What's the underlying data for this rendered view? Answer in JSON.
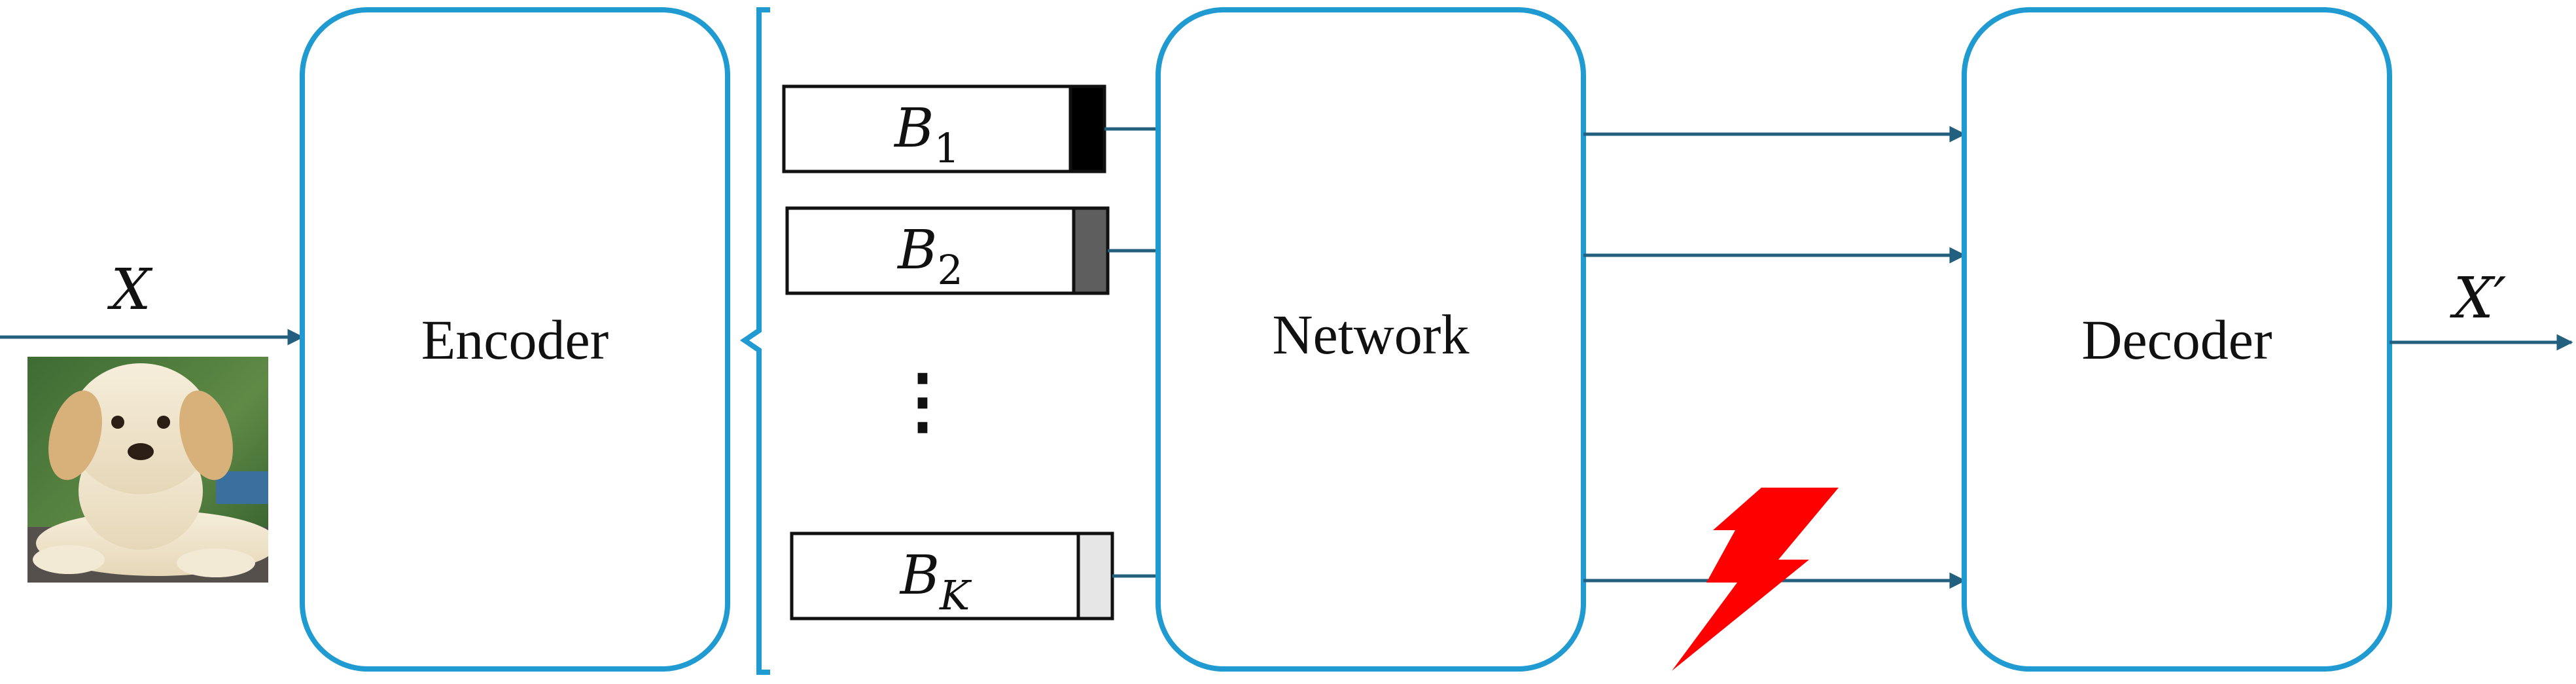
{
  "blocks": {
    "encoder": "Encoder",
    "network": "Network",
    "decoder": "Decoder"
  },
  "signals": {
    "input": "X",
    "output": "X′"
  },
  "packets": [
    {
      "letter": "B",
      "sub": "1",
      "tail_color": "#000000"
    },
    {
      "letter": "B",
      "sub": "2",
      "tail_color": "#5e5e5e"
    },
    {
      "letter": "B",
      "sub": "K",
      "tail_color": "#e6e6e6"
    }
  ],
  "ellipsis": "⋮",
  "colors": {
    "box_stroke": "#1f9bd1",
    "arrow": "#23607f",
    "loss": "#ff0000"
  },
  "icons": {
    "input_image": "puppy-photo",
    "loss_marker": "lightning-bolt-icon"
  }
}
